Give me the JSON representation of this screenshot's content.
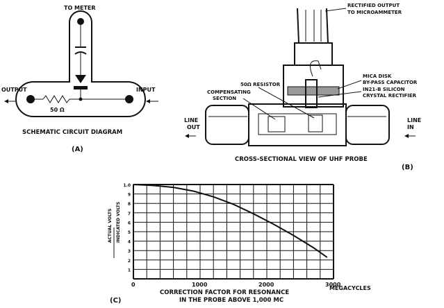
{
  "schematic": {
    "to_meter": "TO METER",
    "output": "OUTPUT",
    "input": "INPUT",
    "resistor": "50 Ω",
    "title": "SCHEMATIC CIRCUIT DIAGRAM",
    "panel": "(A)"
  },
  "probe": {
    "rectified_output_1": "RECTIFIED OUTPUT",
    "rectified_output_2": "TO MICROAMMETER",
    "mica_1": "MICA DISK",
    "mica_2": "BY-PASS CAPACITOR",
    "crystal_1": "IN21-B SILICON",
    "crystal_2": "CRYSTAL RECTIFIER",
    "resistor": "50Ω RESISTOR",
    "comp_1": "COMPENSATING",
    "comp_2": "SECTION",
    "line_out_1": "LINE",
    "line_out_2": "OUT",
    "line_in_1": "LINE",
    "line_in_2": "IN",
    "title": "CROSS-SECTIONAL VIEW OF UHF PROBE",
    "panel": "(B)"
  },
  "chart": {
    "panel": "(C)",
    "caption_1": "CORRECTION FACTOR FOR RESONANCE",
    "caption_2": "IN THE PROBE ABOVE 1,000 MC",
    "ylabel_1": "ACTUAL VOLTS",
    "ylabel_2": "INDICATED VOLTS",
    "x_unit": "MEGACYCLES"
  },
  "chart_data": {
    "type": "line",
    "title": "CORRECTION FACTOR FOR RESONANCE IN THE PROBE ABOVE 1,000 MC",
    "xlabel": "MEGACYCLES",
    "ylabel": "ACTUAL VOLTS / INDICATED VOLTS",
    "xlim": [
      0,
      3000
    ],
    "ylim": [
      0,
      1.0
    ],
    "x_ticks": [
      "0",
      "1000",
      "2000",
      "3000"
    ],
    "y_ticks": [
      "1.0",
      "9",
      "8",
      "7",
      "6",
      "5",
      "4",
      "3",
      "2",
      "1"
    ],
    "grid": true,
    "series": [
      {
        "x": [
          0,
          300,
          600,
          900,
          1200,
          1500,
          1800,
          2100,
          2400,
          2700,
          2900
        ],
        "values": [
          1.0,
          0.99,
          0.97,
          0.93,
          0.87,
          0.79,
          0.69,
          0.58,
          0.46,
          0.33,
          0.23
        ]
      }
    ]
  }
}
